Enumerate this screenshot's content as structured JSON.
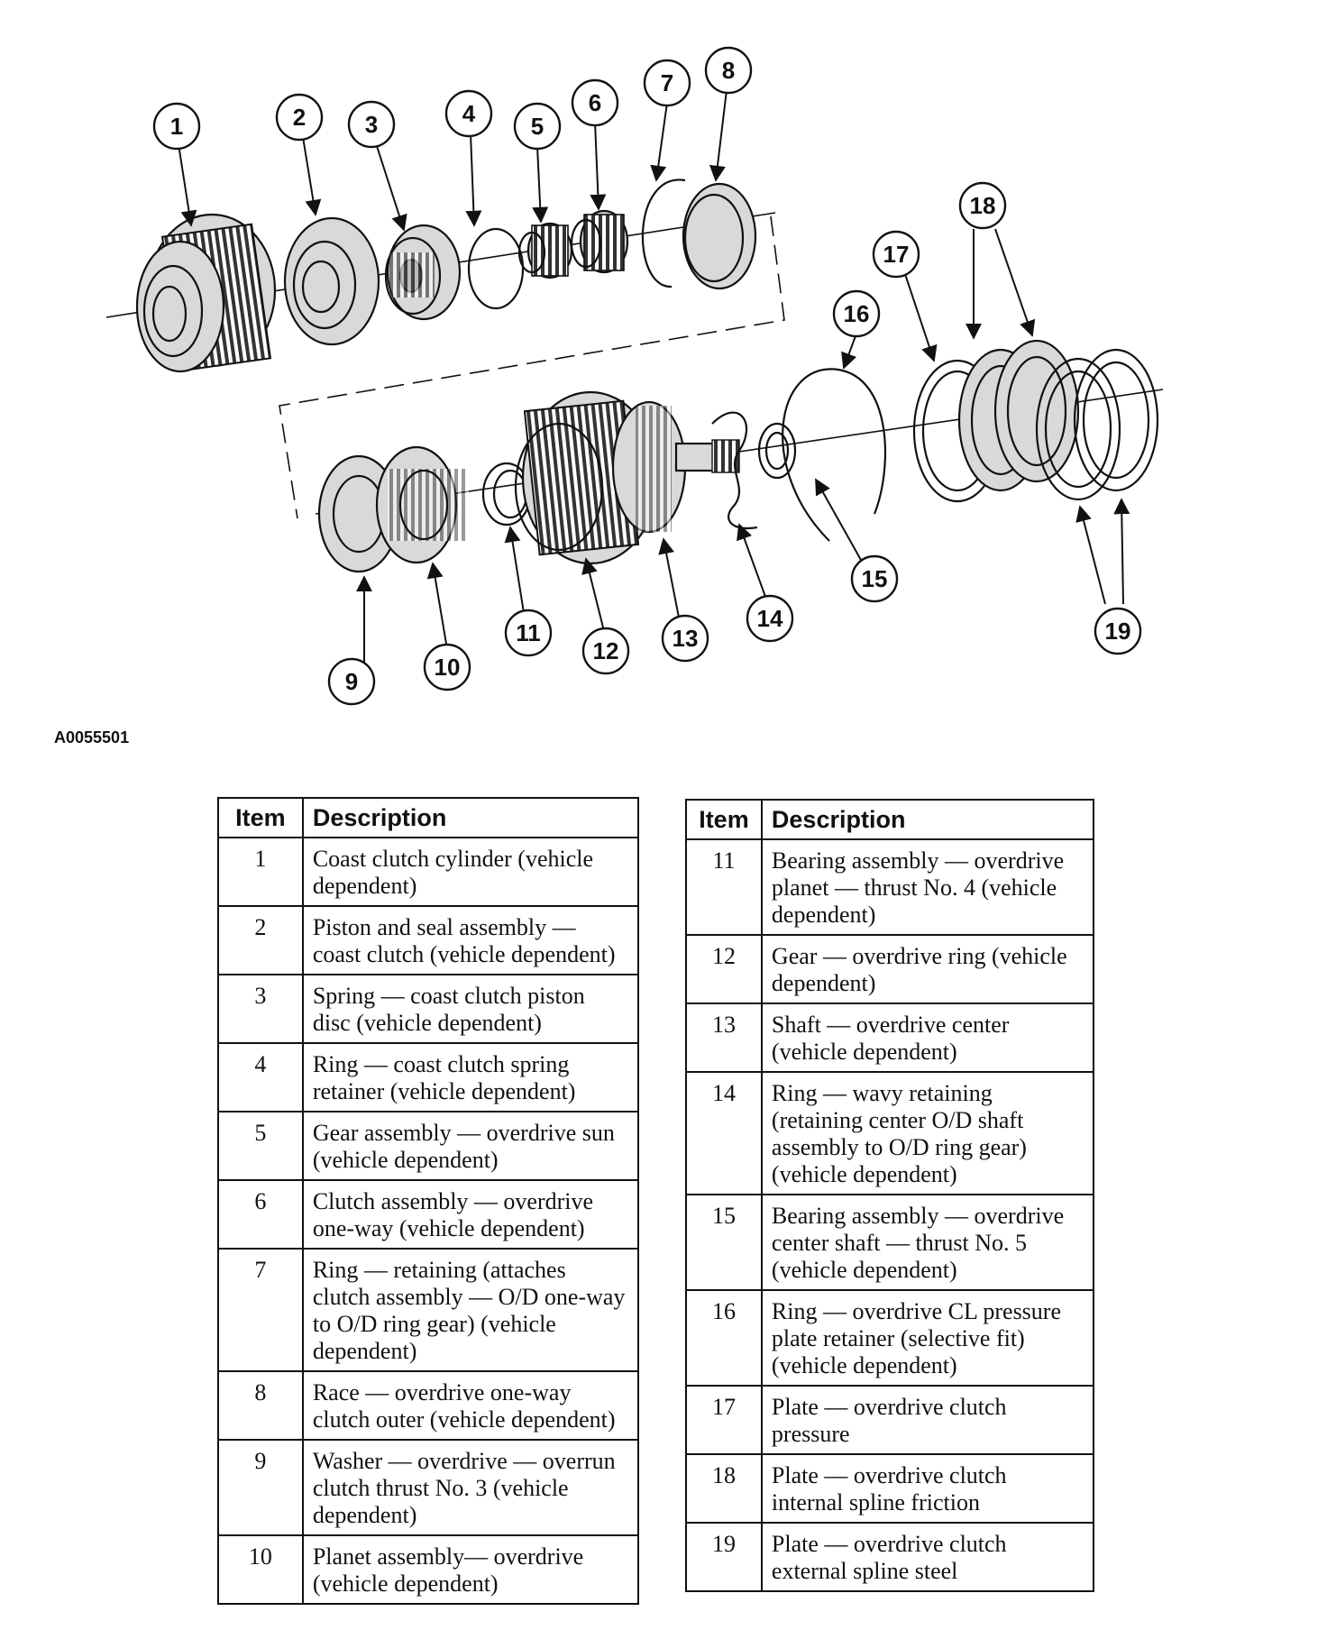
{
  "figure": {
    "id": "A0055501",
    "callouts": [
      "1",
      "2",
      "3",
      "4",
      "5",
      "6",
      "7",
      "8",
      "9",
      "10",
      "11",
      "12",
      "13",
      "14",
      "15",
      "16",
      "17",
      "18",
      "19"
    ]
  },
  "legend": {
    "item_header": "Item",
    "description_header": "Description",
    "left": [
      {
        "item": "1",
        "description": "Coast clutch cylinder (vehicle dependent)"
      },
      {
        "item": "2",
        "description": "Piston and seal assembly — coast clutch (vehicle dependent)"
      },
      {
        "item": "3",
        "description": "Spring — coast clutch piston disc (vehicle dependent)"
      },
      {
        "item": "4",
        "description": "Ring — coast clutch spring retainer (vehicle dependent)"
      },
      {
        "item": "5",
        "description": "Gear assembly — overdrive sun (vehicle dependent)"
      },
      {
        "item": "6",
        "description": "Clutch assembly — overdrive one-way (vehicle dependent)"
      },
      {
        "item": "7",
        "description": "Ring — retaining (attaches clutch assembly — O/D one-way to O/D ring gear) (vehicle dependent)"
      },
      {
        "item": "8",
        "description": "Race — overdrive one-way clutch outer (vehicle dependent)"
      },
      {
        "item": "9",
        "description": "Washer — overdrive — overrun clutch thrust No. 3 (vehicle dependent)"
      },
      {
        "item": "10",
        "description": "Planet assembly— overdrive (vehicle dependent)"
      }
    ],
    "right": [
      {
        "item": "11",
        "description": "Bearing assembly — overdrive planet — thrust No. 4 (vehicle dependent)"
      },
      {
        "item": "12",
        "description": "Gear — overdrive ring (vehicle dependent)"
      },
      {
        "item": "13",
        "description": "Shaft — overdrive center (vehicle dependent)"
      },
      {
        "item": "14",
        "description": "Ring — wavy retaining (retaining center O/D shaft assembly to O/D ring gear) (vehicle dependent)"
      },
      {
        "item": "15",
        "description": "Bearing assembly — overdrive center shaft — thrust No. 5 (vehicle dependent)"
      },
      {
        "item": "16",
        "description": "Ring — overdrive CL pressure plate retainer (selective fit) (vehicle dependent)"
      },
      {
        "item": "17",
        "description": "Plate — overdrive clutch pressure"
      },
      {
        "item": "18",
        "description": "Plate — overdrive clutch internal spline friction"
      },
      {
        "item": "19",
        "description": "Plate — overdrive clutch external spline steel"
      }
    ]
  }
}
